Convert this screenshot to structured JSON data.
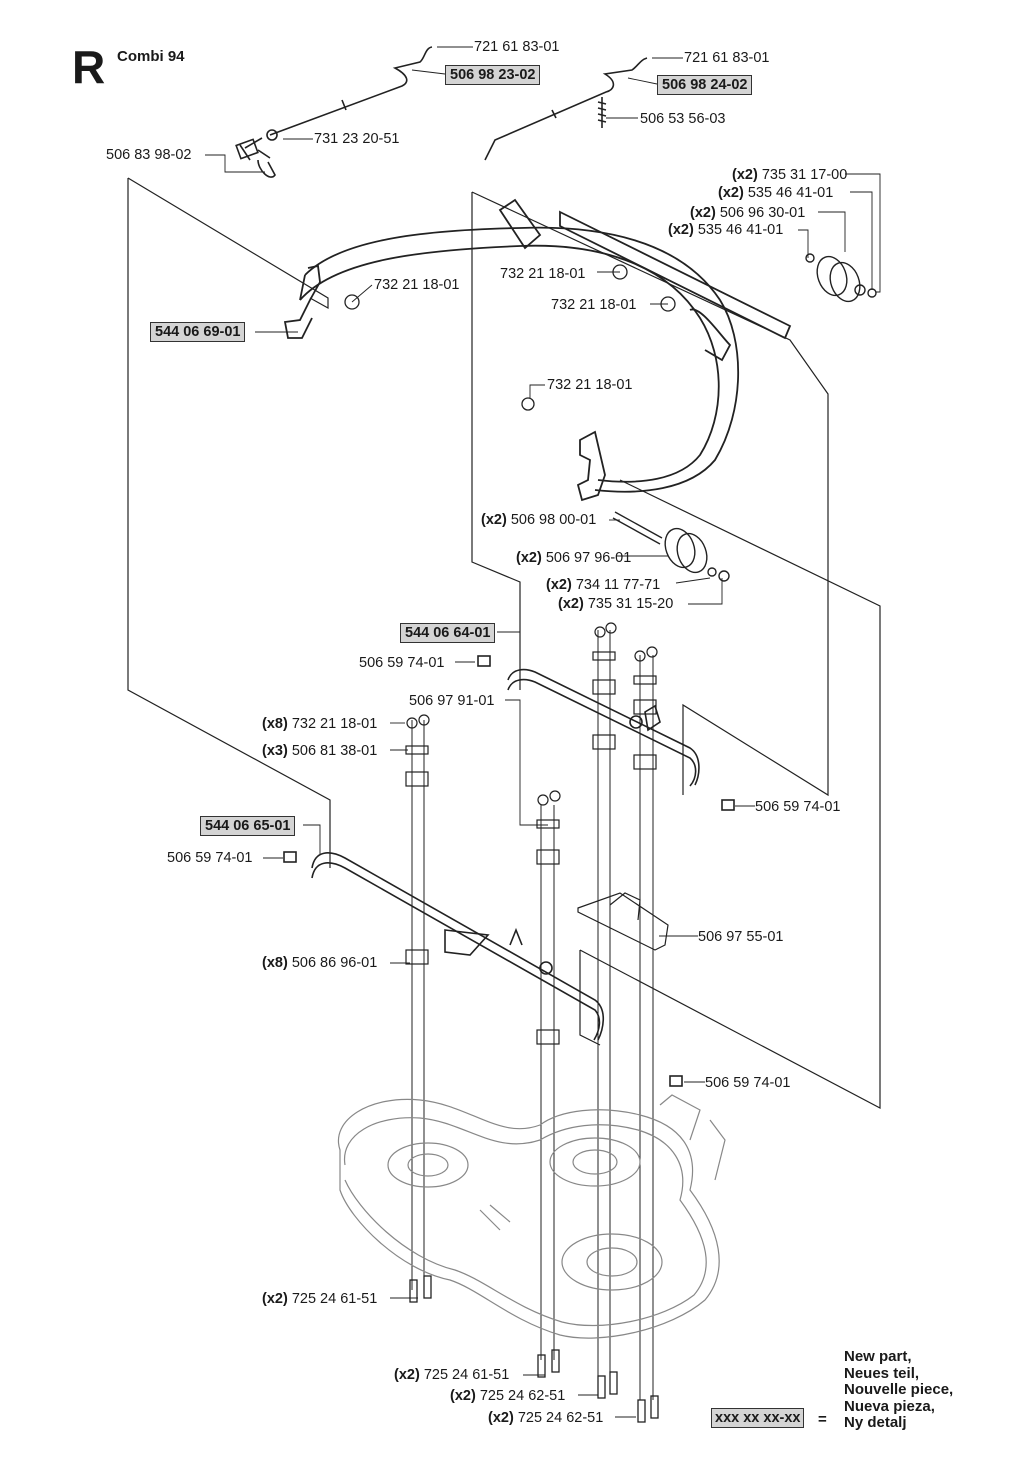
{
  "header": {
    "section_letter": "R",
    "model": "Combi 94"
  },
  "labels": {
    "p1": {
      "qty": "",
      "part": "721 61 83-01"
    },
    "p2": {
      "qty": "",
      "part": "506 98 23-02"
    },
    "p3": {
      "qty": "",
      "part": "731 23 20-51"
    },
    "p4": {
      "qty": "",
      "part": "506 83 98-02"
    },
    "p5": {
      "qty": "",
      "part": "721 61 83-01"
    },
    "p6": {
      "qty": "",
      "part": "506 98 24-02"
    },
    "p7": {
      "qty": "",
      "part": "506 53 56-03"
    },
    "p8": {
      "qty": "(x2)",
      "part": "735 31 17-00"
    },
    "p9": {
      "qty": "(x2)",
      "part": "535 46 41-01"
    },
    "p10": {
      "qty": "(x2)",
      "part": "506 96 30-01"
    },
    "p11": {
      "qty": "(x2)",
      "part": "535 46 41-01"
    },
    "p12": {
      "qty": "",
      "part": "732 21 18-01"
    },
    "p13": {
      "qty": "",
      "part": "732 21 18-01"
    },
    "p14": {
      "qty": "",
      "part": "544 06 69-01"
    },
    "p15": {
      "qty": "",
      "part": "732 21 18-01"
    },
    "p16": {
      "qty": "",
      "part": "732 21 18-01"
    },
    "p17": {
      "qty": "(x2)",
      "part": "506 98 00-01"
    },
    "p18": {
      "qty": "(x2)",
      "part": "506 97 96-01"
    },
    "p19": {
      "qty": "(x2)",
      "part": "734 11 77-71"
    },
    "p20": {
      "qty": "(x2)",
      "part": "735 31 15-20"
    },
    "p21": {
      "qty": "",
      "part": "544 06 64-01"
    },
    "p22": {
      "qty": "",
      "part": "506 59 74-01"
    },
    "p23": {
      "qty": "",
      "part": "506 97 91-01"
    },
    "p24": {
      "qty": "(x8)",
      "part": "732 21 18-01"
    },
    "p25": {
      "qty": "(x3)",
      "part": "506 81 38-01"
    },
    "p26": {
      "qty": "",
      "part": "506 59 74-01"
    },
    "p27": {
      "qty": "",
      "part": "544 06 65-01"
    },
    "p28": {
      "qty": "",
      "part": "506 59 74-01"
    },
    "p29": {
      "qty": "",
      "part": "506 97 55-01"
    },
    "p30": {
      "qty": "(x8)",
      "part": "506 86 96-01"
    },
    "p31": {
      "qty": "",
      "part": "506 59 74-01"
    },
    "p32": {
      "qty": "(x2)",
      "part": "725 24 61-51"
    },
    "p33": {
      "qty": "(x2)",
      "part": "725 24 61-51"
    },
    "p34": {
      "qty": "(x2)",
      "part": "725 24 62-51"
    },
    "p35": {
      "qty": "(x2)",
      "part": "725 24 62-51"
    }
  },
  "legend": {
    "lines": [
      "New part,",
      "Neues teil,",
      "Nouvelle piece,",
      "Nueva pieza,",
      "Ny detalj"
    ],
    "box_text": "xxx xx xx-xx",
    "equals": "="
  }
}
